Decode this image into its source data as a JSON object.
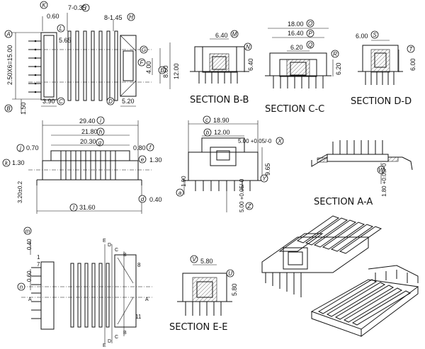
{
  "views": {
    "top_left": {
      "dims": {
        "k": "0.60",
        "i": "7-0.35",
        "h": "8-1.45",
        "l": "5.65",
        "a": "2.50X6=15.00",
        "c": "3.90",
        "b": "1.50",
        "d": "5.20",
        "e": "4.00",
        "f": "8.60",
        "g": "12.00"
      },
      "bubbles": [
        "K",
        "I",
        "H",
        "L",
        "A",
        "G",
        "F",
        "E",
        "C",
        "B",
        "D"
      ]
    },
    "section_bb": {
      "title": "SECTION B-B",
      "dims": {
        "m": "6.40",
        "n": "6.40"
      },
      "bubbles": [
        "M",
        "N"
      ]
    },
    "section_cc": {
      "title": "SECTION C-C",
      "dims": {
        "o": "18.00",
        "p": "16.40",
        "q": "6.20",
        "r": "6.20"
      },
      "bubbles": [
        "O",
        "P",
        "Q",
        "R"
      ]
    },
    "section_dd": {
      "title": "SECTION D-D",
      "dims": {
        "s": "6.00",
        "t": "6.00"
      },
      "bubbles": [
        "S",
        "T"
      ]
    },
    "side_view": {
      "dims": {
        "i": "29.40",
        "h": "21.80",
        "g": "20.30",
        "j": "0.70",
        "f": "0.80",
        "k": "1.30",
        "e": "1.30",
        "m": "3.20±0.2",
        "l": "31.60",
        "d": "0.40"
      },
      "bubbles": [
        "i",
        "h",
        "g",
        "j",
        "f",
        "k",
        "e",
        "l",
        "d"
      ]
    },
    "front_view": {
      "dims": {
        "c": "18.90",
        "b": "12.00",
        "x": "5.00 +0.05/-0",
        "y": "9.65",
        "a": "1.90",
        "z": "5.00 +0.05/-0"
      },
      "bubbles": [
        "c",
        "b",
        "X",
        "Y",
        "a",
        "Z"
      ]
    },
    "section_aa": {
      "title": "SECTION A-A",
      "dims": {
        "w": "1.80 +0.05/-0"
      },
      "bubbles": [
        "W"
      ]
    },
    "bottom_left": {
      "dims": {
        "m": "0.40",
        "n": "0.60"
      },
      "bubbles": [
        "m",
        "n"
      ],
      "pin_numbers": [
        "1",
        "7",
        "8",
        "11"
      ],
      "section_marks": [
        "A",
        "A",
        "B",
        "B",
        "C",
        "C",
        "D",
        "D",
        "E",
        "E"
      ]
    },
    "section_ee": {
      "title": "SECTION E-E",
      "dims": {
        "v": "5.80",
        "u": "5.80"
      },
      "bubbles": [
        "V",
        "U"
      ]
    }
  }
}
